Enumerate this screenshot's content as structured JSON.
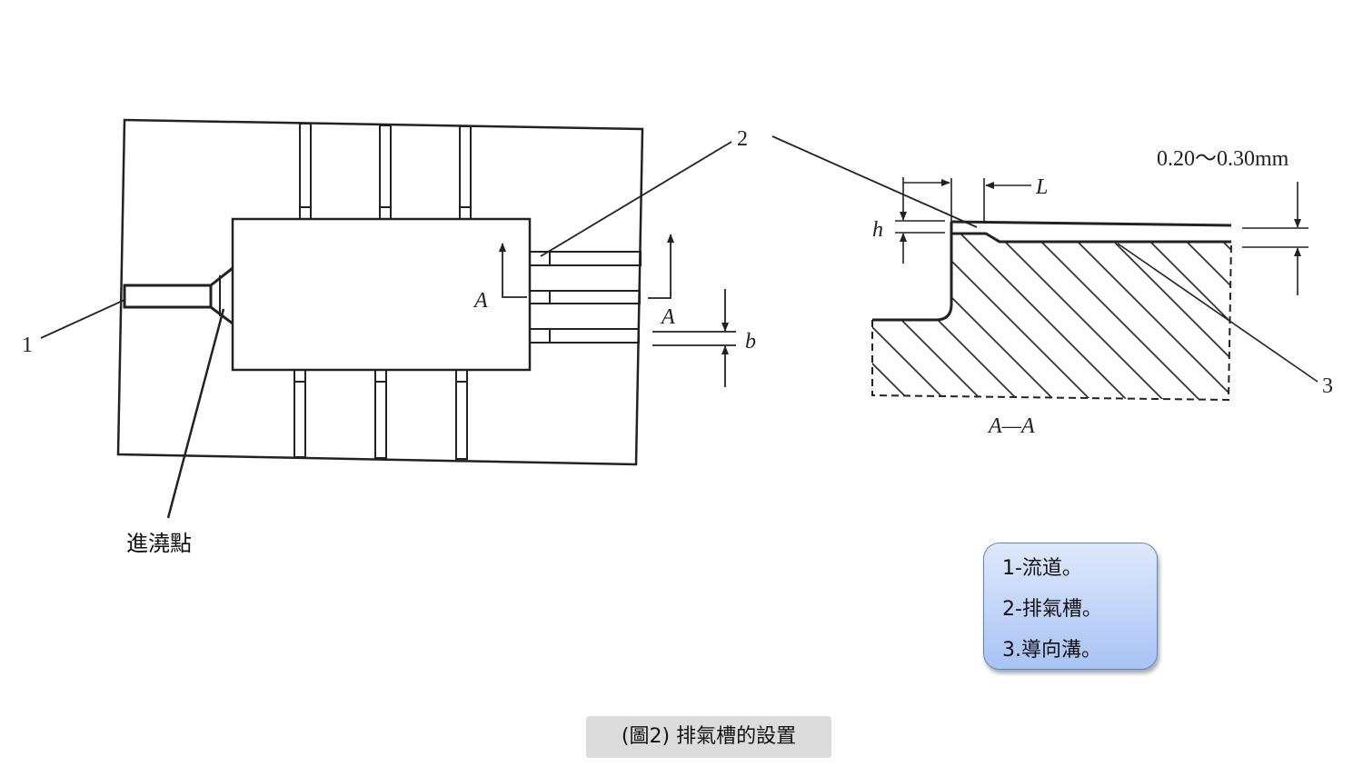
{
  "diagram": {
    "labels": {
      "runner_num": "1",
      "vent_num": "2",
      "guide_num": "3",
      "gate": "進澆點",
      "section_a_left": "A",
      "section_a_right": "A",
      "dim_b": "b",
      "dim_h": "h",
      "dim_L": "L",
      "depth_range": "0.20～0.30mm",
      "section_title": "A—A"
    }
  },
  "legend": {
    "items": [
      "1-流道。",
      "2-排氣槽。",
      "3.導向溝。"
    ]
  },
  "caption": "(圖2) 排氣槽的設置"
}
